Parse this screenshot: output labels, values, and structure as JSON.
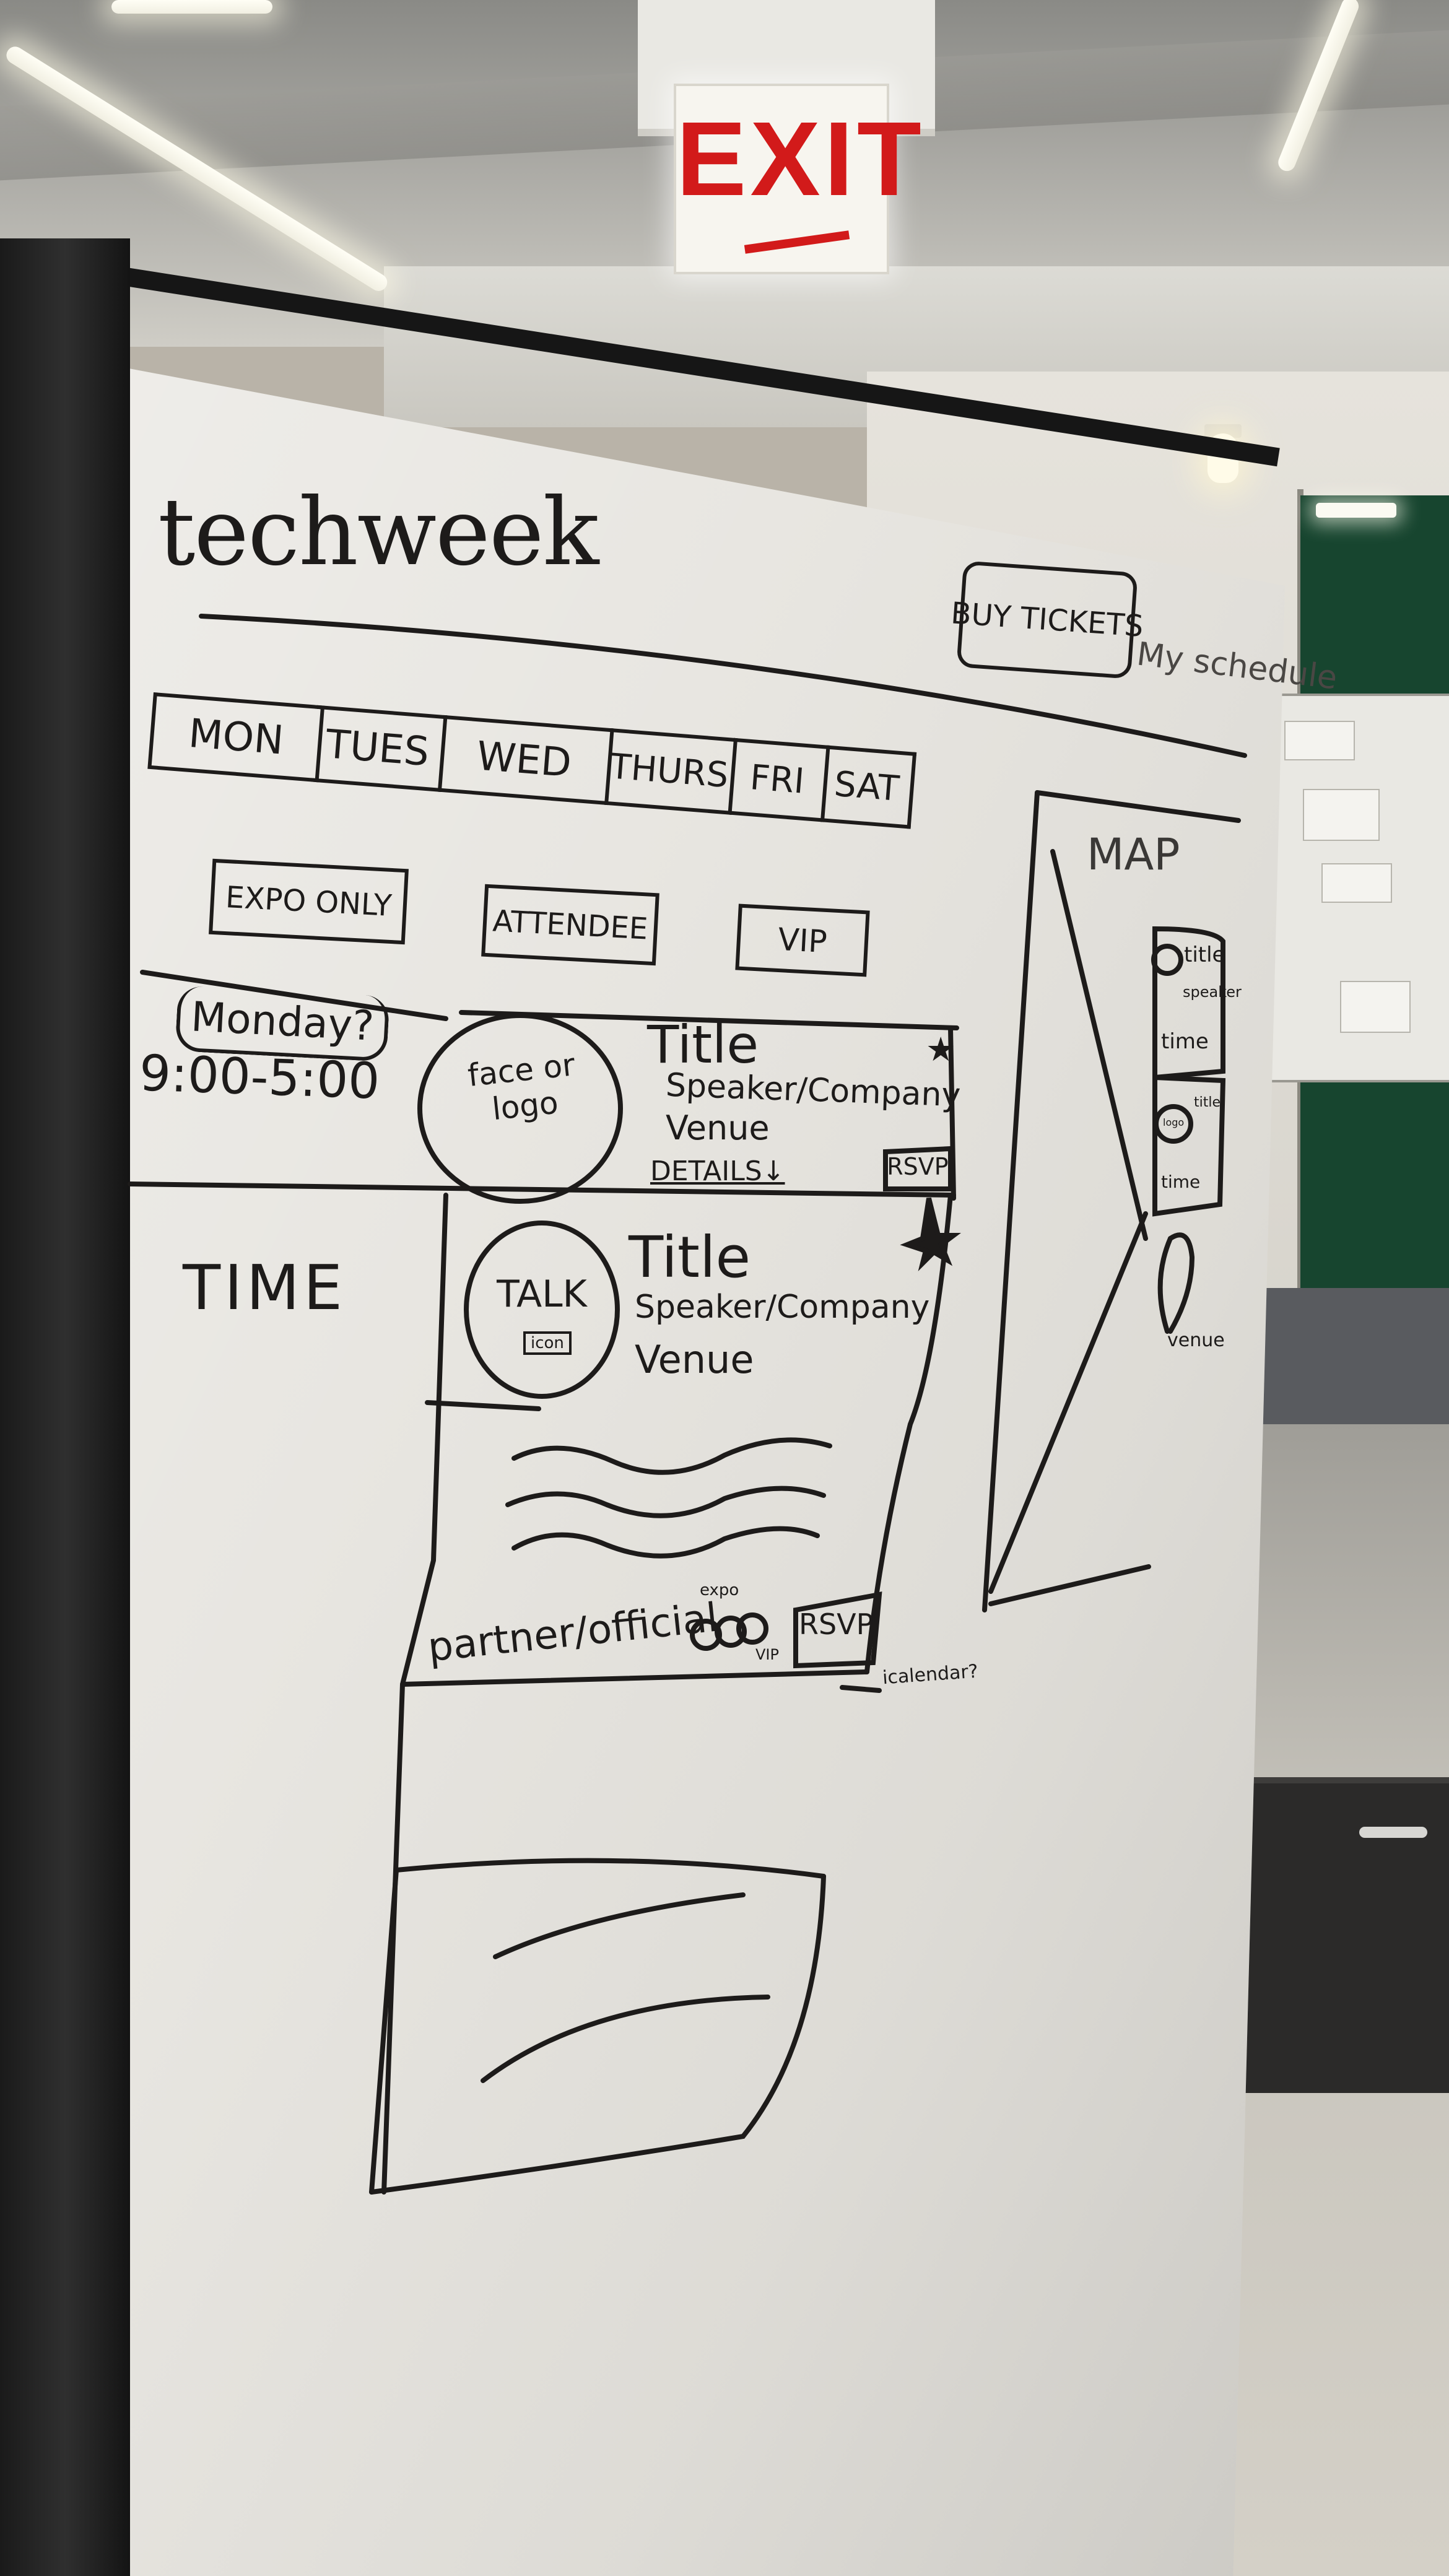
{
  "exit_sign": {
    "text": "EXIT"
  },
  "whiteboard": {
    "logo": "techweek",
    "header": {
      "buy_tickets": "BUY TICKETS",
      "my_schedule": "My schedule"
    },
    "day_tabs": [
      "MON",
      "TUES",
      "WED",
      "THURS",
      "FRI",
      "SAT"
    ],
    "ticket_filters": [
      "EXPO ONLY",
      "ATTENDEE",
      "VIP"
    ],
    "day_heading": "Monday?",
    "day_hours": "9:00-5:00",
    "time_label": "TIME",
    "event_card_1": {
      "image_label": "face or logo",
      "title": "Title",
      "speaker": "Speaker/Company",
      "venue": "Venue",
      "details": "DETAILS↓",
      "rsvp": "RSVP"
    },
    "event_card_2": {
      "image_label": "TALK",
      "image_sub": "icon",
      "title": "Title",
      "speaker": "Speaker/Company",
      "venue": "Venue",
      "partner": "partner/official",
      "badge_top": "expo",
      "badge_bottom": "VIP",
      "rsvp": "RSVP",
      "calendar_note": "icalendar?"
    },
    "map_panel": {
      "title": "MAP",
      "pin_card_1": {
        "title": "title",
        "speaker": "speaker",
        "time": "time"
      },
      "pin_card_2": {
        "logo": "logo",
        "title": "title",
        "time": "time"
      },
      "venue_label": "venue"
    }
  }
}
